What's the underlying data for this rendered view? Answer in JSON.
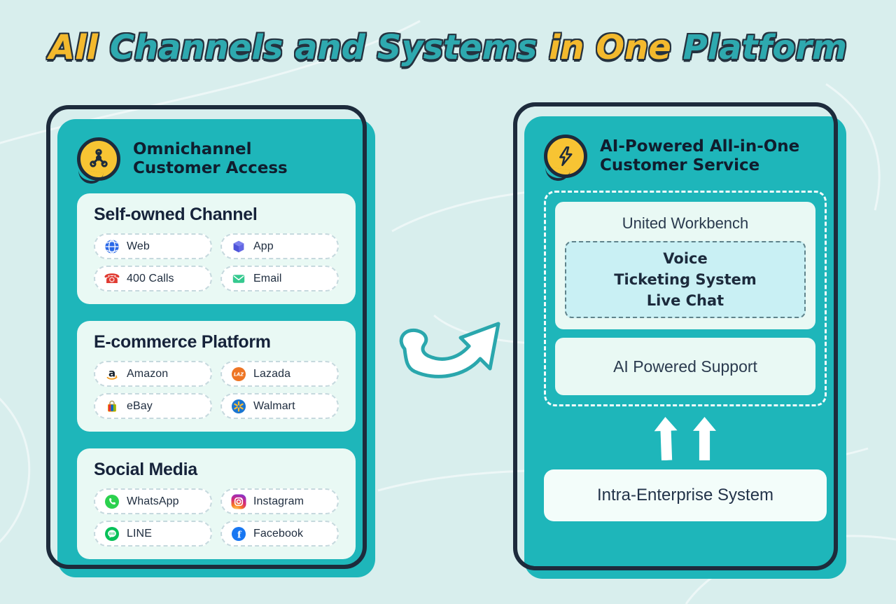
{
  "title": {
    "segments": [
      {
        "text": "All ",
        "color": "#f3b92d"
      },
      {
        "text": "Channels and Systems ",
        "color": "#2ea9af"
      },
      {
        "text": "in One ",
        "color": "#f3b92d"
      },
      {
        "text": "Platform",
        "color": "#2ea9af"
      }
    ]
  },
  "left_panel": {
    "header": {
      "icon": "network-hub-icon",
      "line1": "Omnichannel",
      "line2": "Customer Access"
    },
    "sections": [
      {
        "title": "Self-owned Channel",
        "chips": [
          {
            "icon": "web-globe-icon",
            "label": "Web"
          },
          {
            "icon": "app-cube-icon",
            "label": "App"
          },
          {
            "icon": "phone-icon",
            "label": "400 Calls"
          },
          {
            "icon": "email-icon",
            "label": "Email"
          }
        ]
      },
      {
        "title": "E-commerce Platform",
        "chips": [
          {
            "icon": "amazon-icon",
            "label": "Amazon"
          },
          {
            "icon": "lazada-icon",
            "label": "Lazada"
          },
          {
            "icon": "ebay-icon",
            "label": "eBay"
          },
          {
            "icon": "walmart-icon",
            "label": "Walmart"
          }
        ]
      },
      {
        "title": "Social Media",
        "chips": [
          {
            "icon": "whatsapp-icon",
            "label": "WhatsApp"
          },
          {
            "icon": "instagram-icon",
            "label": "Instagram"
          },
          {
            "icon": "line-icon",
            "label": "LINE"
          },
          {
            "icon": "facebook-icon",
            "label": "Facebook"
          }
        ]
      }
    ]
  },
  "right_panel": {
    "header": {
      "icon": "lightning-icon",
      "line1": "AI-Powered All-in-One",
      "line2": "Customer Service"
    },
    "workbench": {
      "title": "United Workbench",
      "modules": [
        "Voice",
        "Ticketing System",
        "Live Chat"
      ]
    },
    "support_label": "AI Powered Support",
    "enterprise_label": "Intra-Enterprise System"
  },
  "icons": {
    "phone_glyph": "☎",
    "amazon_letter": "a",
    "lazada_text": "LAZ",
    "facebook_letter": "f"
  },
  "colors": {
    "background": "#d8eeed",
    "panel_teal": "#1eb6ba",
    "outline_navy": "#1d2b3c",
    "accent_yellow": "#f7c433",
    "card_mint": "#e9f9f4",
    "voice_box_cyan": "#c9f0f4",
    "title_yellow": "#f3b92d",
    "title_teal": "#2ea9af"
  }
}
